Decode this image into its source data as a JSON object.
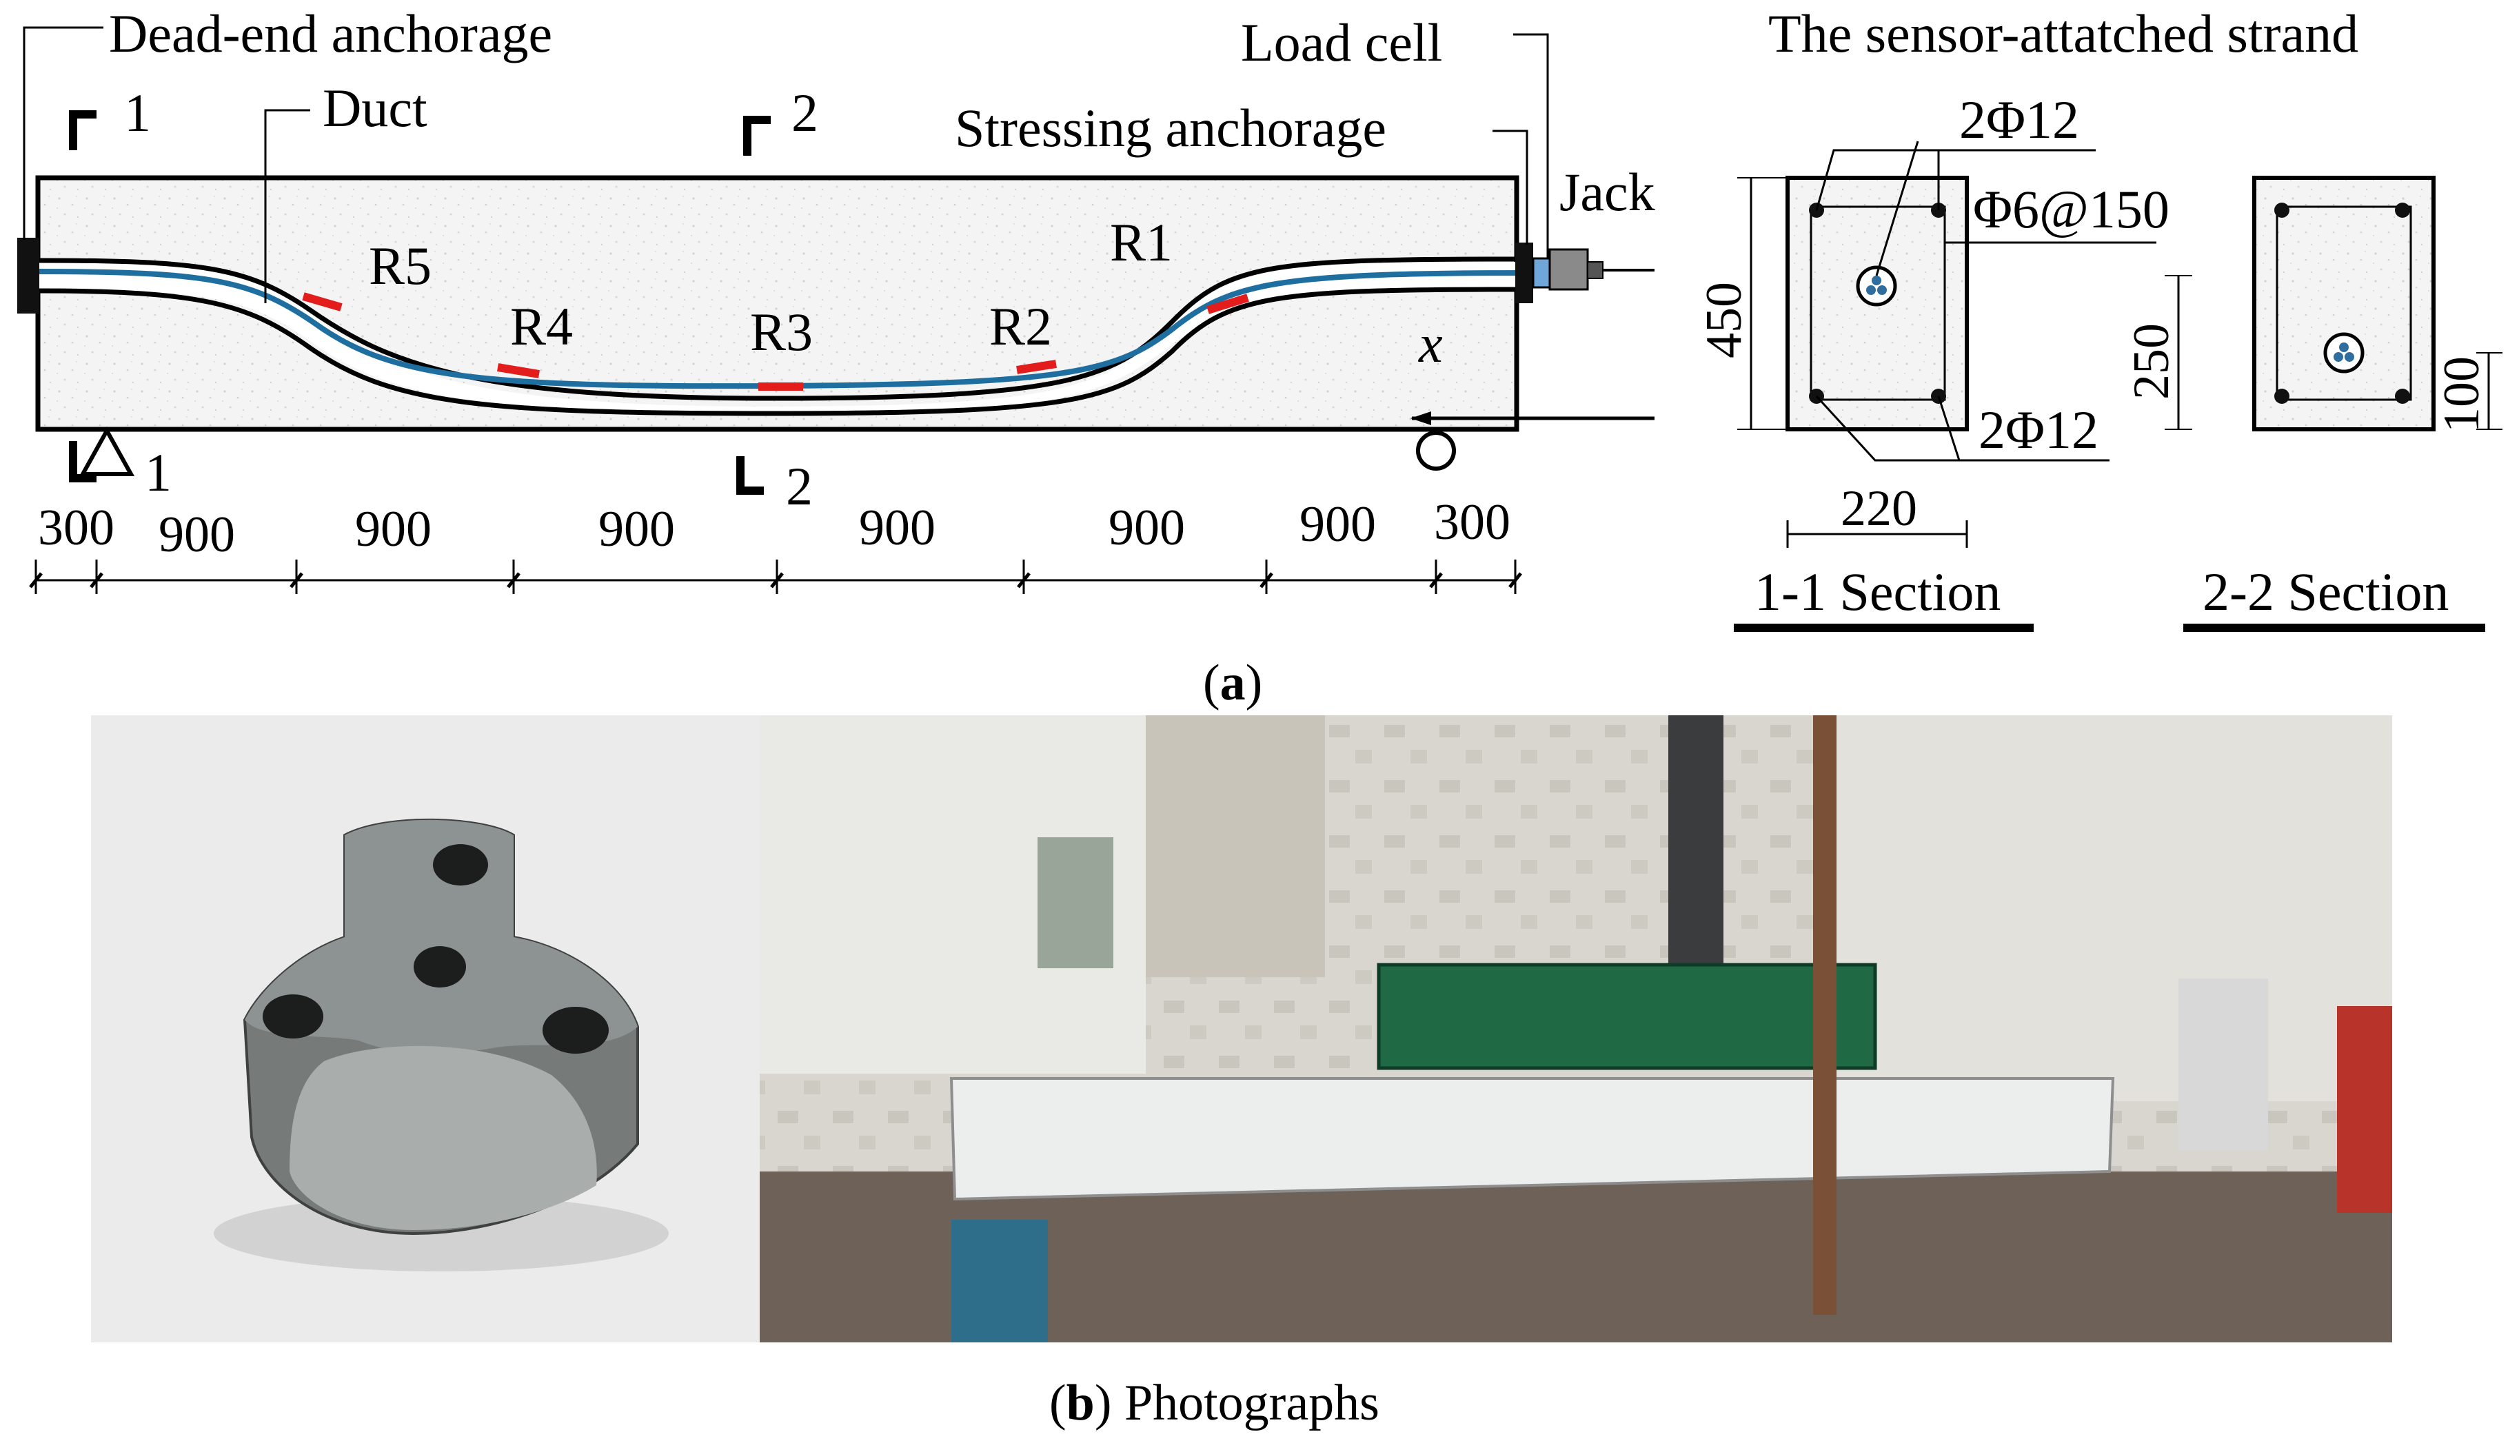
{
  "diagram": {
    "labels": {
      "dead_end_anchorage": "Dead-end anchorage",
      "duct": "Duct",
      "load_cell": "Load cell",
      "stressing_anchorage": "Stressing anchorage",
      "jack": "Jack",
      "sensor_strand": "The sensor-attatched strand",
      "x_axis": "x"
    },
    "section_marks": {
      "s1": "1",
      "s2": "2"
    },
    "sensors": [
      "R1",
      "R2",
      "R3",
      "R4",
      "R5"
    ],
    "dimensions": {
      "beam_segments": [
        "300",
        "900",
        "900",
        "900",
        "900",
        "900",
        "900",
        "300"
      ],
      "section_height": "450",
      "section_width": "220",
      "strand_height_1": "250",
      "strand_height_2": "100",
      "top_rebar": "2Φ12",
      "stirrup": "Φ6@150",
      "bottom_rebar": "2Φ12"
    },
    "section_titles": {
      "s11": "1-1 Section",
      "s22": "2-2 Section"
    },
    "colors": {
      "strand": "#1e6fa0",
      "sensor": "#e31c1c",
      "outline": "#000000"
    }
  },
  "captions": {
    "a_letter": "a",
    "b_letter": "b",
    "b_text": "Photographs"
  }
}
